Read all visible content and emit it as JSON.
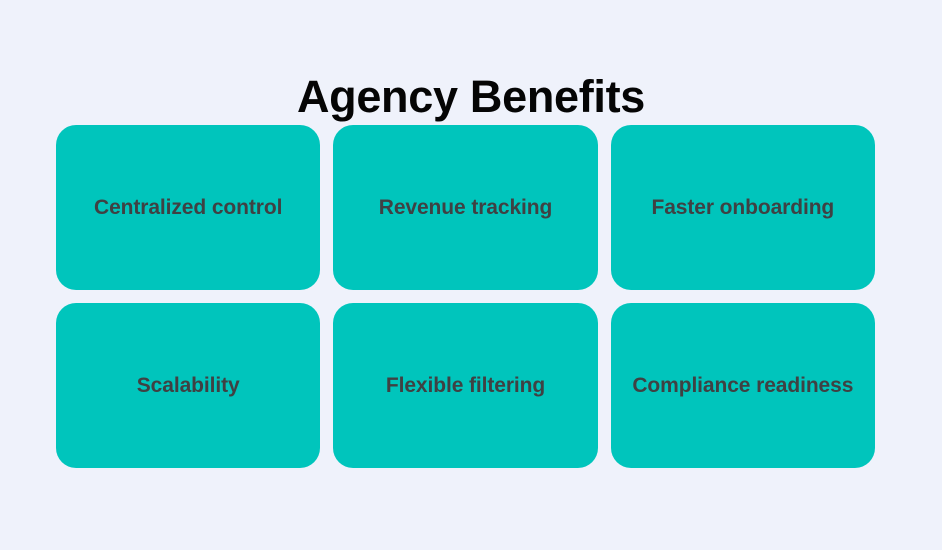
{
  "page": {
    "title": "Agency Benefits",
    "background_color": "#eff2fb",
    "title_color": "#050505"
  },
  "theme": {
    "card_color": "#00c5bc",
    "card_text_color": "#3f4143"
  },
  "benefits": [
    {
      "label": "Centralized control"
    },
    {
      "label": "Revenue tracking"
    },
    {
      "label": "Faster onboarding"
    },
    {
      "label": "Scalability"
    },
    {
      "label": "Flexible filtering"
    },
    {
      "label": "Compliance readiness"
    }
  ]
}
